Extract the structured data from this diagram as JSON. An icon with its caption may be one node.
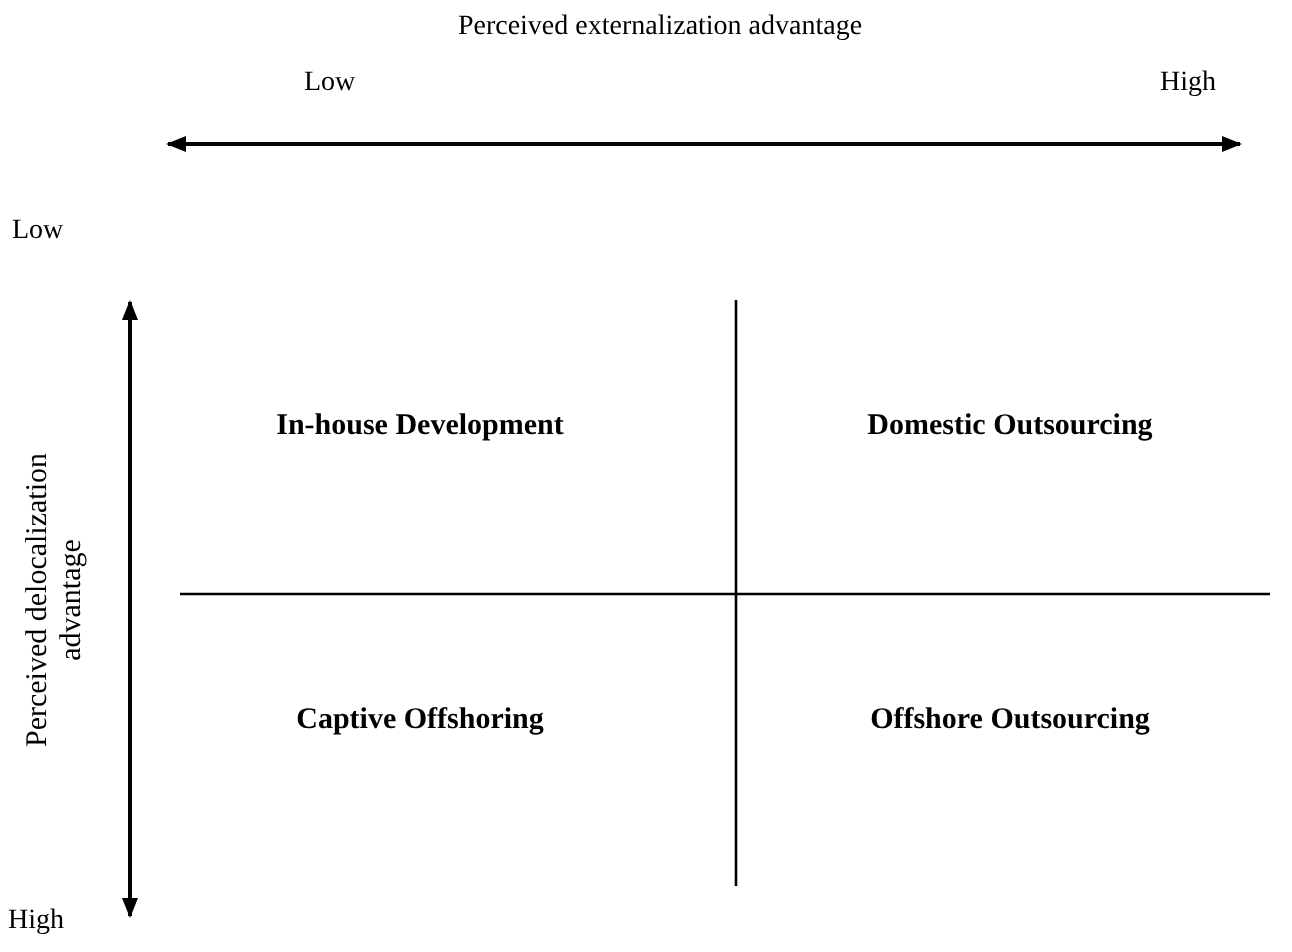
{
  "diagram": {
    "labels": [
      "Perceived externalization advantage",
      "Low",
      "High",
      "Low",
      "In-house Development",
      "Domestic Outsourcing",
      "Perceived delocalization advantage",
      "Captive Offshoring",
      "Offshore Outsourcing",
      "High"
    ]
  }
}
